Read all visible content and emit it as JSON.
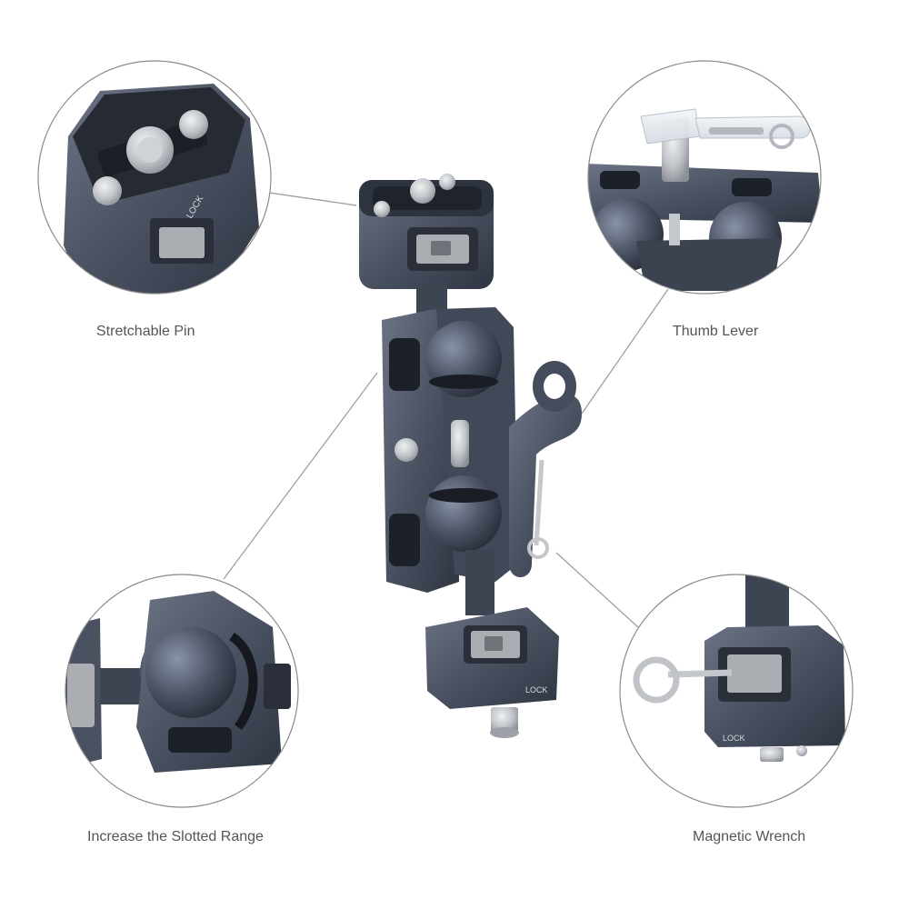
{
  "callouts": {
    "top_left": "Stretchable Pin",
    "top_right": "Thumb Lever",
    "bottom_left": "Increase the Slotted Range",
    "bottom_right": "Magnetic Wrench"
  },
  "engravings": {
    "lock": "LOCK"
  },
  "colors": {
    "metal_dark": "#3a4150",
    "metal_mid": "#4e5666",
    "metal_light": "#6b7384",
    "steel": "#c8cbd0",
    "leader_line": "#9a9a9a",
    "circle_border": "#8a8a8a"
  }
}
